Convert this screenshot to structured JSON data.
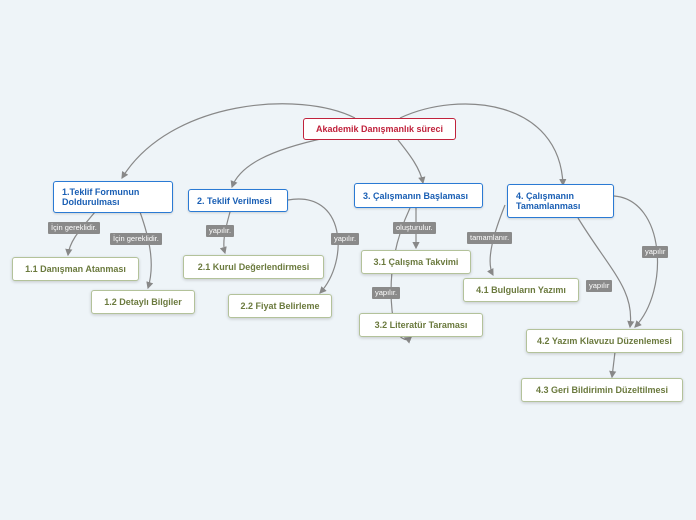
{
  "root": {
    "label": "Akademik Danışmanlık süreci"
  },
  "branches": [
    {
      "label": "1.Teklif Formunun Doldurulması",
      "children": [
        {
          "label": "1.1 Danışman Atanması",
          "connector": "İçin gereklidir."
        },
        {
          "label": "1.2 Detaylı Bilgiler",
          "connector": "İçin gereklidir."
        }
      ]
    },
    {
      "label": "2. Teklif Verilmesi",
      "children": [
        {
          "label": "2.1 Kurul Değerlendirmesi",
          "connector": "yapılır."
        },
        {
          "label": "2.2 Fiyat Belirleme",
          "connector": "yapılır."
        }
      ]
    },
    {
      "label": "3. Çalışmanın Başlaması",
      "children": [
        {
          "label": "3.1 Çalışma Takvimi",
          "connector": "oluşturulur."
        },
        {
          "label": "3.2  Literatür Taraması",
          "connector": "yapılır."
        }
      ]
    },
    {
      "label": "4. Çalışmanın Tamamlanması",
      "children": [
        {
          "label": "4.1 Bulguların Yazımı",
          "connector": "tamamlanır."
        },
        {
          "label": "4.2 Yazım Klavuzu Düzenlemesi",
          "connector": "yapılır"
        },
        {
          "label": "4.3 Geri Bildirimin Düzeltilmesi",
          "connector": "yapılır"
        }
      ]
    }
  ],
  "colors": {
    "background": "#eef4f8",
    "root_border": "#c0223c",
    "main_border": "#2a7ad4",
    "sub_text": "#6b7a3e",
    "link": "#888888"
  }
}
